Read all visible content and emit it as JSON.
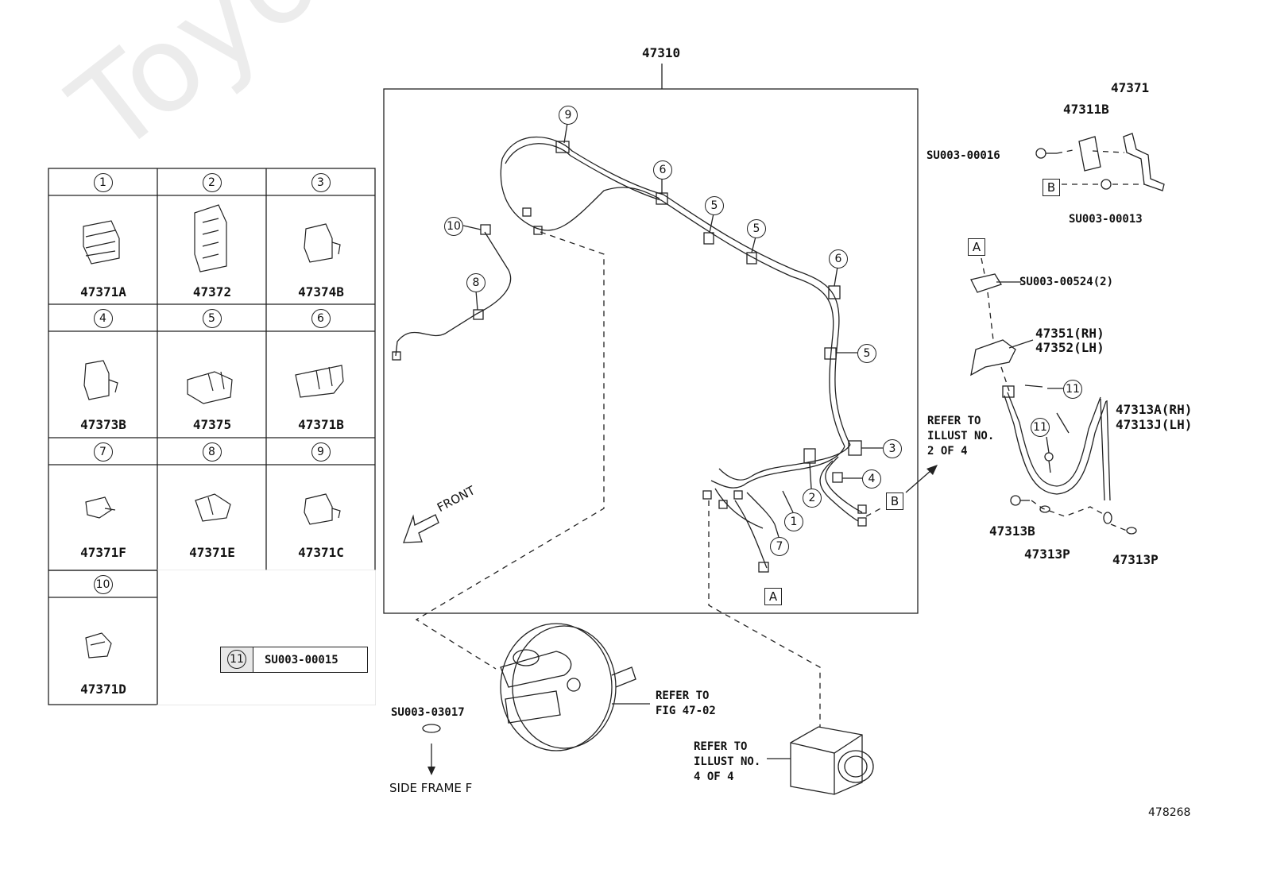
{
  "watermark": "ToyotaCarMine.ru",
  "diagram_number": "478268",
  "main_assembly_label": "47310",
  "clip_table": [
    {
      "num": "1",
      "part": "47371A",
      "icon": "triple-clip-icon"
    },
    {
      "num": "2",
      "part": "47372",
      "icon": "quad-clip-icon"
    },
    {
      "num": "3",
      "part": "47374B",
      "icon": "triple-clip-pin-icon"
    },
    {
      "num": "4",
      "part": "47373B",
      "icon": "triple-clip-pin-icon"
    },
    {
      "num": "5",
      "part": "47375",
      "icon": "double-clip-icon"
    },
    {
      "num": "6",
      "part": "47371B",
      "icon": "double-clip-pin-icon"
    },
    {
      "num": "7",
      "part": "47371F",
      "icon": "single-clip-icon"
    },
    {
      "num": "8",
      "part": "47371E",
      "icon": "bracket-clip-icon"
    },
    {
      "num": "9",
      "part": "47371C",
      "icon": "double-clip-pin-icon"
    },
    {
      "num": "10",
      "part": "47371D",
      "icon": "single-clip-icon"
    }
  ],
  "legend": {
    "num": "11",
    "part": "SU003-00015"
  },
  "callouts": [
    "9",
    "6",
    "10",
    "5",
    "5",
    "6",
    "8",
    "5",
    "3",
    "4",
    "2",
    "1",
    "7",
    "11",
    "11"
  ],
  "front_label": "FRONT",
  "box_letters": {
    "a": "A",
    "b": "B"
  },
  "parts": {
    "p47371": "47371",
    "p47311b": "47311B",
    "su00016": "SU003-00016",
    "su00013": "SU003-00013",
    "su00524": "SU003-00524(2)",
    "p47351": "47351(RH)",
    "p47352": "47352(LH)",
    "p47313a": "47313A(RH)",
    "p47313j": "47313J(LH)",
    "p47313b": "47313B",
    "p47313p_1": "47313P",
    "p47313p_2": "47313P",
    "su03017": "SU003-03017",
    "side_frame": "SIDE FRAME F"
  },
  "refs": {
    "illust2": "REFER TO\nILLUST NO.\n2 OF 4",
    "fig4702": "REFER TO\nFIG 47-02",
    "illust4": "REFER TO\nILLUST NO.\n4 OF 4"
  }
}
